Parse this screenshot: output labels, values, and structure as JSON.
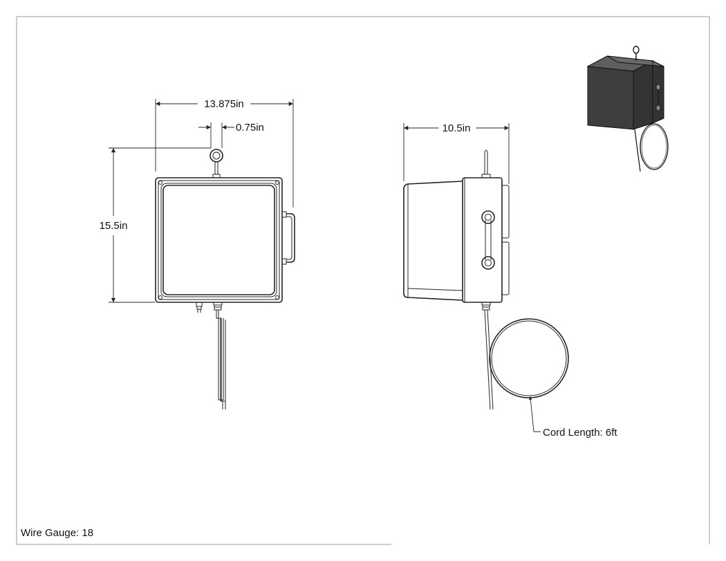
{
  "dimensions": {
    "front_width": "13.875in",
    "eye_width": "0.75in",
    "front_height": "15.5in",
    "side_depth": "10.5in"
  },
  "notes": {
    "cord_length": "Cord Length: 6ft",
    "wire_gauge": "Wire Gauge: 18"
  },
  "colors": {
    "line": "#222222",
    "box_dark": "#3a3a3a",
    "box_mid": "#5a5a5a",
    "box_light": "#7a7a7a"
  }
}
